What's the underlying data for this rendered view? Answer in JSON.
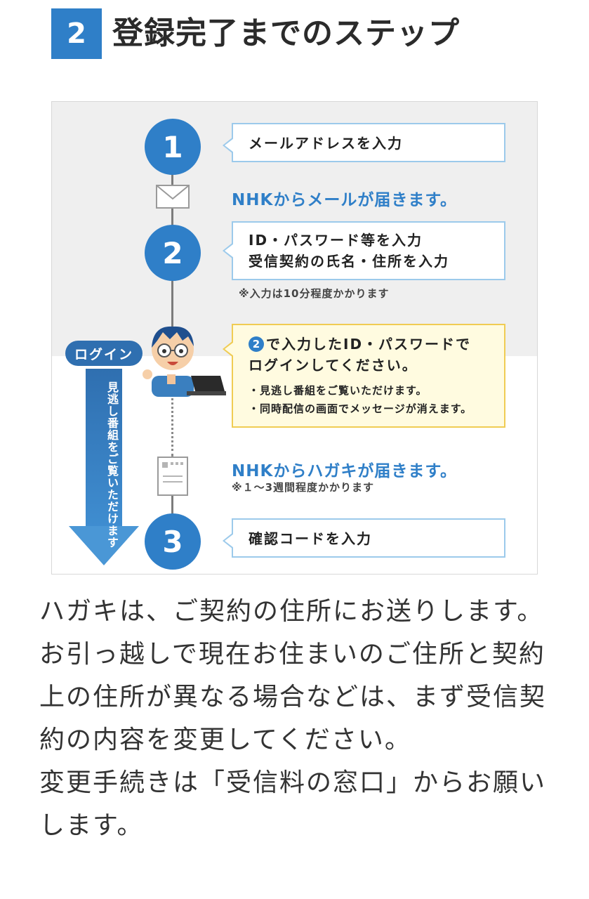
{
  "heading": {
    "number": "2",
    "title": "登録完了までのステップ"
  },
  "diagram": {
    "step1": {
      "number": "1",
      "text": "メールアドレスを入力"
    },
    "mail_message": "NHKからメールが届きます。",
    "step2": {
      "number": "2",
      "line1": "ID・パスワード等を入力",
      "line2": "受信契約の氏名・住所を入力",
      "note": "※入力は10分程度かかります"
    },
    "login_badge": "ログイン",
    "arrow_text": "見逃し番組をご覧いただけます",
    "login_box": {
      "ref_number": "2",
      "line1": "で入力したID・パスワードで",
      "line2": "ログインしてください。",
      "bullet1": "・見逃し番組をご覧いただけます。",
      "bullet2": "・同時配信の画面でメッセージが消えます。"
    },
    "postcard_message": "NHKからハガキが届きます。",
    "postcard_note": "※１～3週間程度かかります",
    "step3": {
      "number": "3",
      "text": "確認コードを入力"
    }
  },
  "paragraph": {
    "p1": "ハガキは、ご契約の住所にお送りします。お引っ越しで現在お住まいのご住所と契約上の住所が異なる場合などは、まず受信契約の内容を変更してください。",
    "p2": "変更手続きは「受信料の窓口」からお願いします。"
  },
  "colors": {
    "accent": "#2f7fc8",
    "bubble_border": "#9ccaeb",
    "note_bg": "#fffbe0",
    "note_border": "#f0cc53"
  }
}
